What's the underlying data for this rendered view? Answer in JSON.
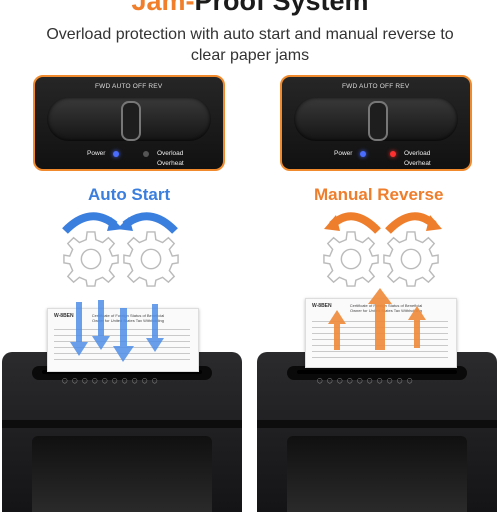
{
  "header": {
    "title_part1": "Jam-",
    "title_part2": "Proof System",
    "subtitle": "Overload protection with auto start and manual reverse to clear paper jams"
  },
  "control_panel": {
    "switch_labels": "FWD AUTO OFF REV",
    "power_label": "Power",
    "overload_label": "Overload",
    "overheat_label": "Overheat"
  },
  "modes": {
    "auto": "Auto Start",
    "manual": "Manual Reverse"
  },
  "sheet": {
    "form_id": "W-8BEN",
    "form_title": "Certificate of Foreign Status of Beneficial Owner for United States Tax Withholding"
  },
  "colors": {
    "accent_orange": "#f07e2a",
    "auto_blue": "#3b7fde",
    "power_led": "#4a6cff",
    "overload_led": "#ff3030"
  },
  "icons": [
    "gear-icon",
    "arrow-down-icon",
    "arrow-up-icon",
    "curved-arrow-icon",
    "sun-icon"
  ]
}
